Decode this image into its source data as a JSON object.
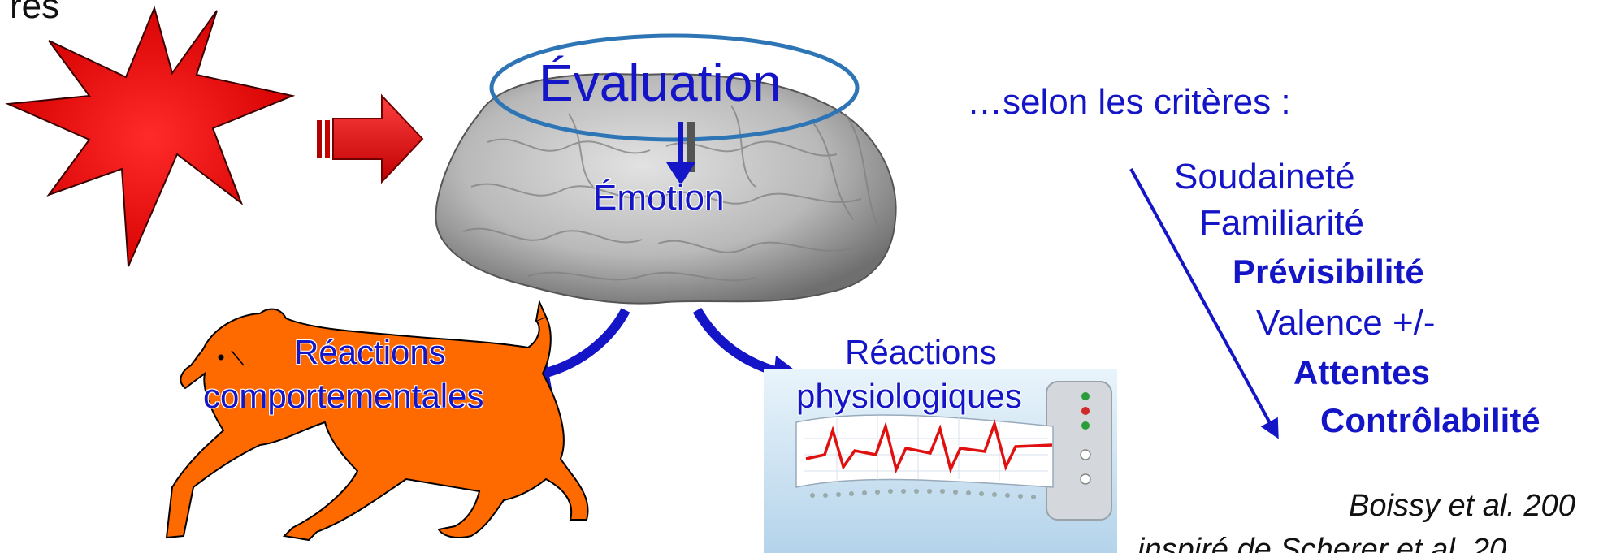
{
  "stimulus_label": "res",
  "brain": {
    "evaluation": "Évaluation",
    "emotion": "Émotion"
  },
  "criteria": {
    "heading": "…selon les critères :",
    "items": [
      {
        "label": "Soudaineté",
        "bold": false
      },
      {
        "label": "Familiarité",
        "bold": false
      },
      {
        "label": "Prévisibilité",
        "bold": true
      },
      {
        "label": "Valence +/-",
        "bold": false
      },
      {
        "label": "Attentes",
        "bold": true
      },
      {
        "label": "Contrôlabilité",
        "bold": true
      }
    ]
  },
  "reactions": {
    "behavioral_line1": "Réactions",
    "behavioral_line2": "comportementales",
    "physiological_line1": "Réactions",
    "physiological_line2": "physiologiques"
  },
  "citations": {
    "line1": "Boissy et al. 200",
    "line2": "inspiré de Scherer et al. 20"
  },
  "colors": {
    "text_blue": "#1515c8",
    "ellipse_blue": "#2e75b6",
    "star_red": "#e00000",
    "cow_orange": "#ff6a00"
  }
}
